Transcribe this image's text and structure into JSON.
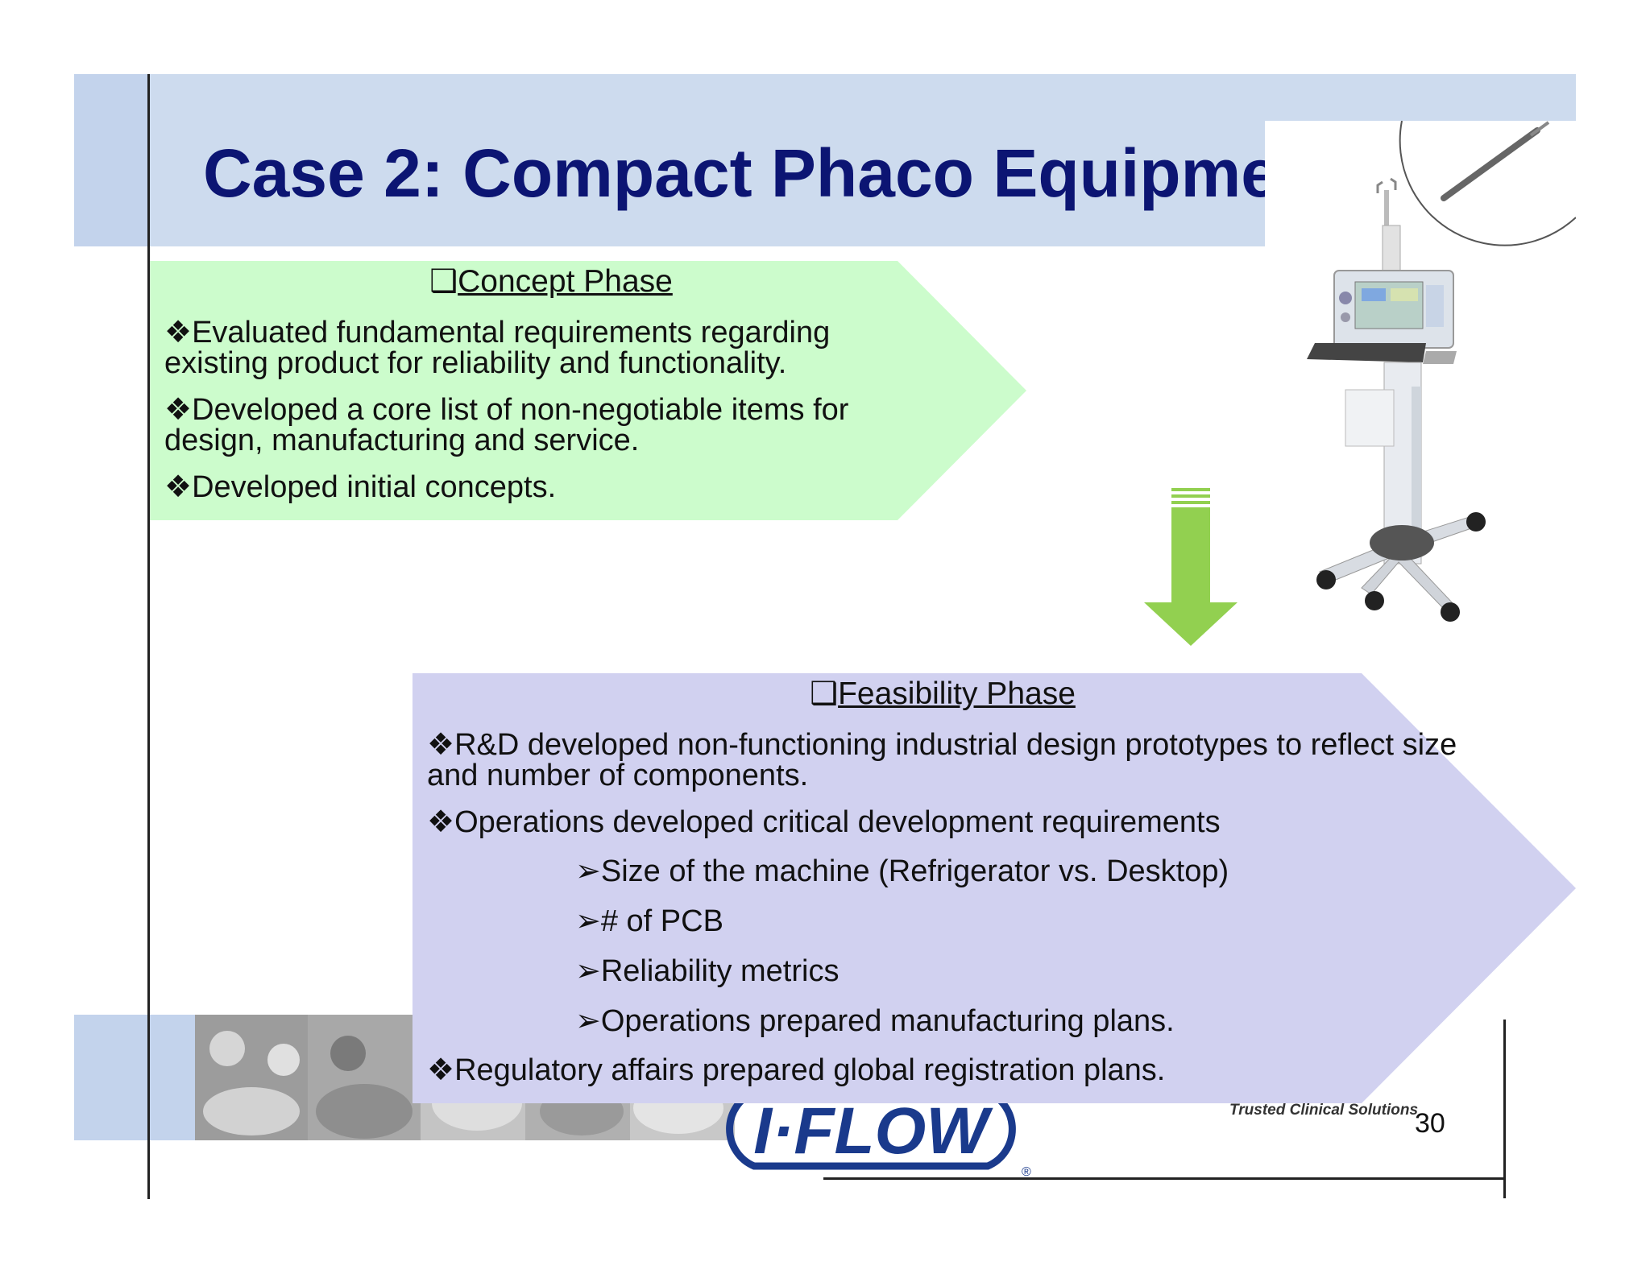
{
  "slide": {
    "title": "Case 2: Compact Phaco Equipme",
    "page_number": "30"
  },
  "concept": {
    "heading_marker": "❑",
    "heading": "Concept Phase",
    "bullet_marker": "❖",
    "bullets": [
      "Evaluated fundamental requirements regarding existing product for reliability and functionality.",
      "Developed a core list of non-negotiable items for design, manufacturing and service.",
      "Developed initial concepts."
    ]
  },
  "feasibility": {
    "heading_marker": "❑",
    "heading": "Feasibility Phase",
    "bullet_marker": "❖",
    "sub_marker": "➢",
    "bullets": [
      "R&D developed non-functioning industrial design prototypes to reflect size and number of components.",
      "Operations developed critical development requirements"
    ],
    "sub_bullets": [
      "Size of the machine (Refrigerator vs. Desktop)",
      "# of PCB",
      "Reliability metrics",
      "Operations prepared manufacturing plans."
    ],
    "final_bullet": "Regulatory affairs prepared global registration plans."
  },
  "footer": {
    "logo_text": "I·FLOW",
    "registered_mark": "®",
    "tagline": "Trusted Clinical Solutions"
  },
  "colors": {
    "title": "#0c1573",
    "header_band": "#cddbee",
    "concept_fill": "#ccfccc",
    "feasibility_fill": "#d1d1f0",
    "down_arrow": "#92d050",
    "logo": "#1a3a8c"
  }
}
